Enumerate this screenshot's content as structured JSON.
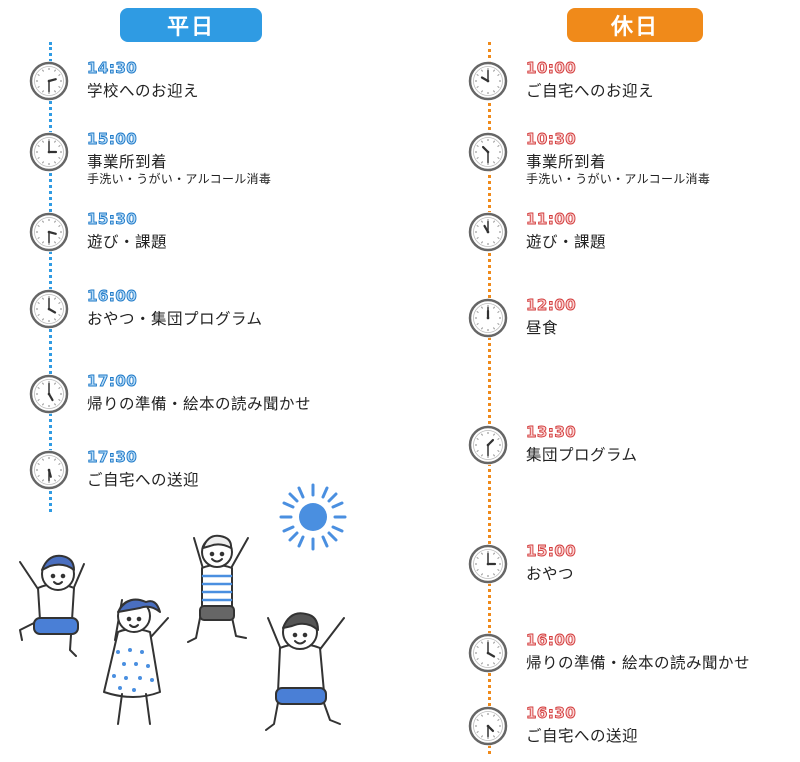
{
  "weekday": {
    "title": "平日",
    "entries": [
      {
        "time": "14:30",
        "label": "学校へのお迎え",
        "sub": "",
        "clock": {
          "h": 2,
          "m": 30
        }
      },
      {
        "time": "15:00",
        "label": "事業所到着",
        "sub": "手洗い・うがい・アルコール消毒",
        "clock": {
          "h": 3,
          "m": 0
        }
      },
      {
        "time": "15:30",
        "label": "遊び・課題",
        "sub": "",
        "clock": {
          "h": 3,
          "m": 30
        }
      },
      {
        "time": "16:00",
        "label": "おやつ・集団プログラム",
        "sub": "",
        "clock": {
          "h": 4,
          "m": 0
        }
      },
      {
        "time": "17:00",
        "label": "帰りの準備・絵本の読み聞かせ",
        "sub": "",
        "clock": {
          "h": 5,
          "m": 0
        }
      },
      {
        "time": "17:30",
        "label": "ご自宅への送迎",
        "sub": "",
        "clock": {
          "h": 5,
          "m": 30
        }
      }
    ]
  },
  "holiday": {
    "title": "休日",
    "entries": [
      {
        "time": "10:00",
        "label": "ご自宅へのお迎え",
        "sub": "",
        "clock": {
          "h": 10,
          "m": 0
        }
      },
      {
        "time": "10:30",
        "label": "事業所到着",
        "sub": "手洗い・うがい・アルコール消毒",
        "clock": {
          "h": 10,
          "m": 30
        }
      },
      {
        "time": "11:00",
        "label": "遊び・課題",
        "sub": "",
        "clock": {
          "h": 11,
          "m": 0
        }
      },
      {
        "time": "12:00",
        "label": "昼食",
        "sub": "",
        "clock": {
          "h": 12,
          "m": 0
        }
      },
      {
        "time": "13:30",
        "label": "集団プログラム",
        "sub": "",
        "clock": {
          "h": 1,
          "m": 30
        }
      },
      {
        "time": "15:00",
        "label": "おやつ",
        "sub": "",
        "clock": {
          "h": 3,
          "m": 0
        }
      },
      {
        "time": "16:00",
        "label": "帰りの準備・絵本の読み聞かせ",
        "sub": "",
        "clock": {
          "h": 4,
          "m": 0
        }
      },
      {
        "time": "16:30",
        "label": "ご自宅への送迎",
        "sub": "",
        "clock": {
          "h": 4,
          "m": 30
        }
      }
    ]
  },
  "colors": {
    "weekday": "#2f9be3",
    "holiday": "#f08a1a",
    "sun": "#4a8fe0"
  },
  "icons": [
    "clock-icon",
    "sun-icon",
    "jumping-children-illustration"
  ]
}
